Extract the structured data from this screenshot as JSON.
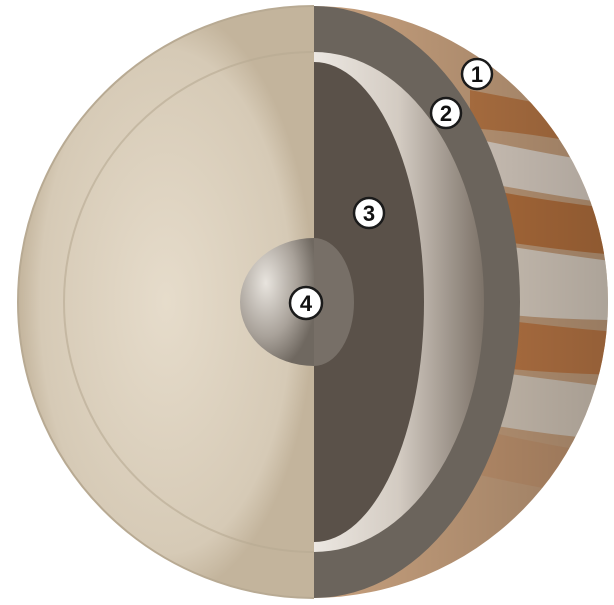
{
  "labels": [
    {
      "text": "1",
      "target": "outer-atmosphere-layer"
    },
    {
      "text": "2",
      "target": "second-layer"
    },
    {
      "text": "3",
      "target": "third-layer"
    },
    {
      "text": "4",
      "target": "core"
    }
  ],
  "colors": {
    "background": "#ffffff",
    "cutaway_face": "#d9cfbe",
    "cutaway_face_edge": "#b8aa93",
    "outer_shell": "#6b645c",
    "third_layer": "#5a5149",
    "metallic_band_light": "#f1ede8",
    "metallic_band_dark": "#8f8478",
    "core": "#a9a29a",
    "jupiter_base": "#c9a27f",
    "jupiter_band_orange": "#b9703a",
    "jupiter_band_light": "#e8e1d8",
    "label_fill": "#ffffff",
    "label_stroke": "#1a1a1a"
  }
}
